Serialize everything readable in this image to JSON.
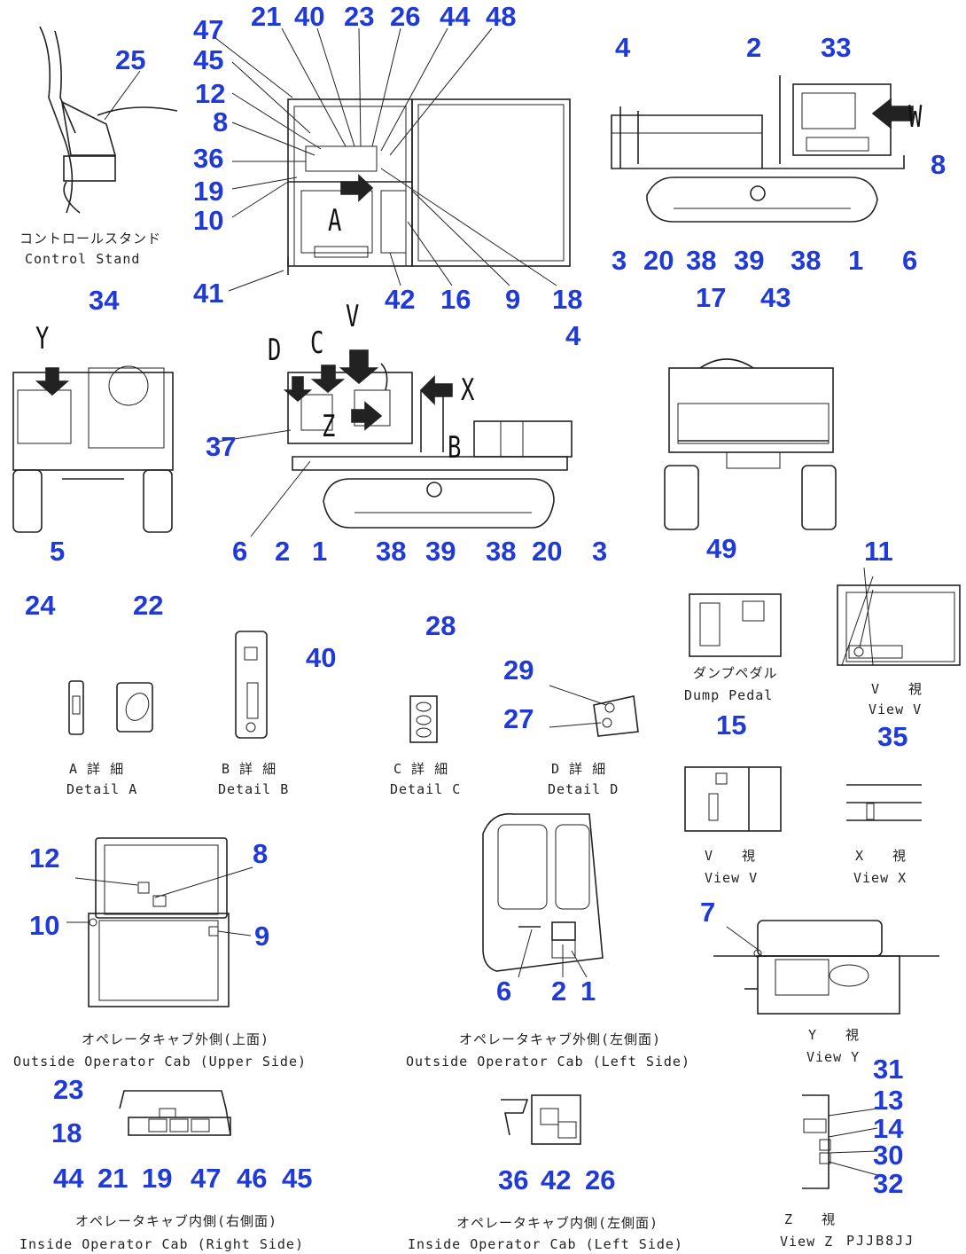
{
  "drawing_code": "PJJB8JJ",
  "callouts": {
    "n25": "25",
    "n21": "21",
    "n40": "40",
    "n23": "23",
    "n26": "26",
    "n44": "44",
    "n48": "48",
    "n47": "47",
    "n45": "45",
    "n12": "12",
    "n8": "8",
    "n36": "36",
    "n19": "19",
    "n10": "10",
    "n41": "41",
    "n42": "42",
    "n16": "16",
    "n9": "9",
    "n18": "18",
    "n4a": "4",
    "n2a": "2",
    "n33": "33",
    "n8r": "8",
    "n3a": "3",
    "n20a": "20",
    "n38a": "38",
    "n39a": "39",
    "n38b": "38",
    "n1a": "1",
    "n6a": "6",
    "n34": "34",
    "n5": "5",
    "n4b": "4",
    "n37": "37",
    "n6b": "6",
    "n2b": "2",
    "n1b": "1",
    "n38c": "38",
    "n39b": "39",
    "n38d": "38",
    "n20b": "20",
    "n3b": "3",
    "n17": "17",
    "n43": "43",
    "n24": "24",
    "n22": "22",
    "n40b": "40",
    "n28": "28",
    "n29": "29",
    "n27": "27",
    "n49": "49",
    "n11": "11",
    "n15": "15",
    "n35": "35",
    "n12b": "12",
    "n8b": "8",
    "n10b": "10",
    "n9b": "9",
    "n6c": "6",
    "n2c": "2",
    "n1c": "1",
    "n7": "7",
    "n23b": "23",
    "n18b": "18",
    "n44b": "44",
    "n21b": "21",
    "n19b": "19",
    "n47b": "47",
    "n46": "46",
    "n45b": "45",
    "n36b": "36",
    "n42b": "42",
    "n26b": "26",
    "n31": "31",
    "n13": "13",
    "n14": "14",
    "n30": "30",
    "n32": "32"
  },
  "view_letters": {
    "W": "W",
    "Y": "Y",
    "V": "V",
    "D": "D",
    "C": "C",
    "X": "X",
    "A": "A",
    "B": "B",
    "Z": "Z"
  },
  "captions": {
    "control_stand_jp": "コントロールスタンド",
    "control_stand_en": "Control Stand",
    "dump_pedal_jp": "ダンプペダル",
    "dump_pedal_en": "Dump Pedal",
    "view_v1_jp": "V　　視",
    "view_v1_en": "View V",
    "detail_a_jp": "A 詳 細",
    "detail_a_en": "Detail A",
    "detail_b_jp": "B 詳 細",
    "detail_b_en": "Detail B",
    "detail_c_jp": "C 詳 細",
    "detail_c_en": "Detail C",
    "detail_d_jp": "D 詳 細",
    "detail_d_en": "Detail D",
    "view_v2_jp": "V　　視",
    "view_v2_en": "View V",
    "view_x_jp": "X　　視",
    "view_x_en": "View X",
    "view_y_jp": "Y　　視",
    "view_y_en": "View Y",
    "view_z_jp": "Z　　視",
    "view_z_en": "View Z",
    "cab_upper_jp": "オペレータキャブ外側(上面)",
    "cab_upper_en": "Outside Operator Cab (Upper Side)",
    "cab_left_out_jp": "オペレータキャブ外側(左側面)",
    "cab_left_out_en": "Outside Operator Cab (Left Side)",
    "cab_right_in_jp": "オペレータキャブ内側(右側面)",
    "cab_right_in_en": "Inside Operator Cab (Right Side)",
    "cab_left_in_jp": "オペレータキャブ内側(左側面)",
    "cab_left_in_en": "Inside Operator Cab (Left Side)"
  }
}
